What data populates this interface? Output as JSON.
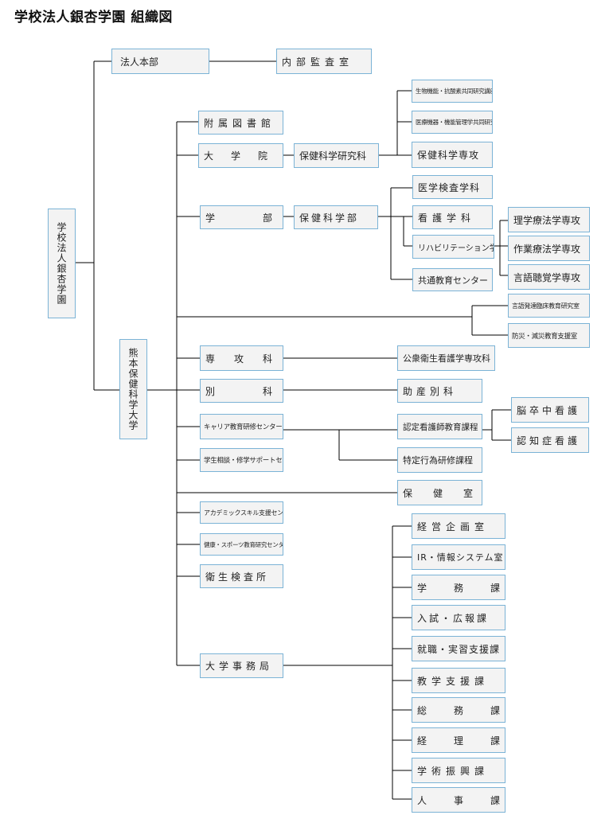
{
  "title": "学校法人銀杏学園  組織図",
  "boxes": {
    "root": "学校法人銀杏学園",
    "hojin_honbu": "法人本部",
    "naibu_kansa": "内部監査室",
    "university": "熊本保健科学大学",
    "library": "附属図書館",
    "graduate": "大学院",
    "grad_school": "保健科学研究科",
    "lab1": "生物機能・抗酸素共同研究講座",
    "lab2": "医療機器・機能管理学共同研究講座",
    "grad_major": "保健科学専攻",
    "faculty": "学部",
    "faculty_name": "保健科学部",
    "dept_lab": "医学検査学科",
    "dept_nursing": "看護学科",
    "dept_rehab": "リハビリテーション学科",
    "common_center": "共通教育センター",
    "major_pt": "理学療法学専攻",
    "major_ot": "作業療法学専攻",
    "major_st": "言語聴覚学専攻",
    "lab_speech": "言語発達臨床教育研究室",
    "disaster": "防災・減災教育支援室",
    "senkouka": "専攻科",
    "public_health": "公衆衛生看護学専攻科",
    "bekka": "別科",
    "midwife": "助産別科",
    "career": "キャリア教育研修センター",
    "cert_nurse": "認定看護師教育課程",
    "stroke": "脳卒中看護",
    "dementia": "認知症看護",
    "specific": "特定行為研修課程",
    "student_support": "学生相談・修学サポートセンター",
    "health_room": "保健室",
    "academic_skill": "アカデミックスキル支援センター",
    "sports": "健康・スポーツ教育研究センター",
    "hygiene": "衛生検査所",
    "office": "大学事務局",
    "planning": "経営企画室",
    "ir": "IR・情報システム室",
    "gakumu": "学務課",
    "admission": "入試・広報課",
    "career_support": "就職・実習支援課",
    "teaching_support": "教学支援課",
    "general_affairs": "総務課",
    "accounting": "経理課",
    "research_promo": "学術振興課",
    "personnel": "人事課"
  },
  "colors": {
    "border": "#7bb3d6",
    "fill": "#f3f3f3",
    "line": "#000000"
  }
}
